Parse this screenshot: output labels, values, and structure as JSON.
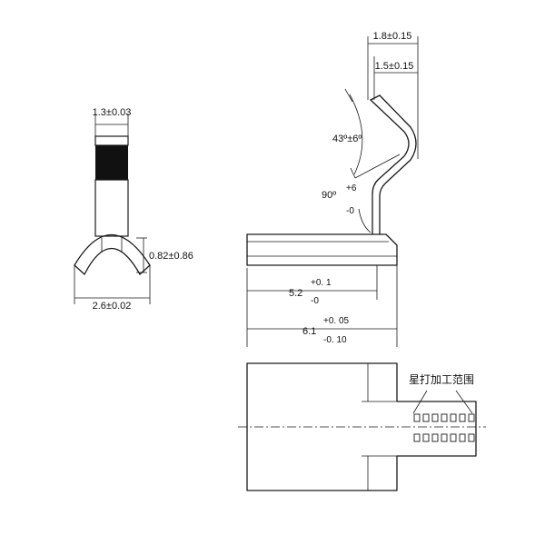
{
  "dimensions": {
    "top_width": "1.3±0.03",
    "arc_height": "0.82±0.86",
    "arc_width": "2.6±0.02",
    "width_outer": "1.8±0.15",
    "width_inner": "1.5±0.15",
    "angle_bend": "43º±6º",
    "angle_right_main": "90º",
    "angle_right_tol_plus": "+6",
    "angle_right_tol_minus": "-0",
    "len_52_main": "5.2",
    "len_52_tol_plus": "+0. 1",
    "len_52_tol_minus": "-0",
    "len_61_main": "6.1",
    "len_61_tol_plus": "+0. 05",
    "len_61_tol_minus": "-0. 10"
  },
  "notes": {
    "star_area": "星打加工范围"
  }
}
